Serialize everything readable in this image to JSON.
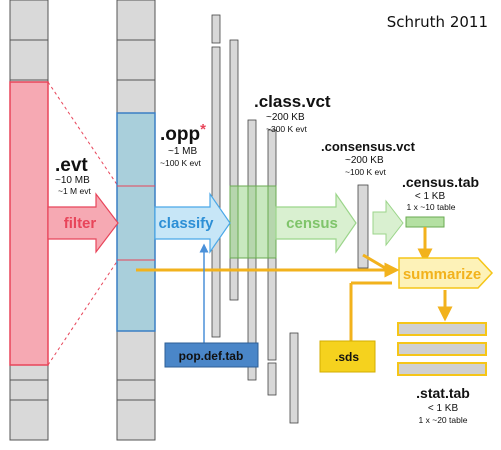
{
  "credit": "Schruth 2011",
  "files": {
    "evt": {
      "name": ".evt",
      "size": "~10 MB",
      "count": "~1 M evt"
    },
    "opp": {
      "name": ".opp",
      "asterisk": "*",
      "size": "~1 MB",
      "count": "~100 K evt"
    },
    "class_vct": {
      "name": ".class.vct",
      "size": "~200 KB",
      "count": "~300 K evt"
    },
    "consensus_vct": {
      "name": ".consensus.vct",
      "size": "~200 KB",
      "count": "~100 K evt"
    },
    "census_tab": {
      "name": ".census.tab",
      "size": "< 1 KB",
      "count": "1 x ~10 table"
    },
    "stat_tab": {
      "name": ".stat.tab",
      "size": "< 1 KB",
      "count": "1 x ~20 table"
    }
  },
  "steps": {
    "filter": "filter",
    "classify": "classify",
    "census": "census",
    "summarize": "summarize"
  },
  "inputs": {
    "pop_def_tab": "pop.def.tab",
    "sds": ".sds"
  },
  "colors": {
    "filter": "#e8455a",
    "filter_fill": "#f6a9b3",
    "opp_fill": "#a9cfdb",
    "opp_border": "#3a7fc4",
    "classify": "#4aa8e8",
    "census": "#9bd58a",
    "census_dark": "#6aaa52",
    "summarize": "#f5c518",
    "pop_def": "#4a86c8",
    "sds": "#f5d21e",
    "stat_bars": "#d0d0d0",
    "gray_bar": "#d8d8d8"
  }
}
